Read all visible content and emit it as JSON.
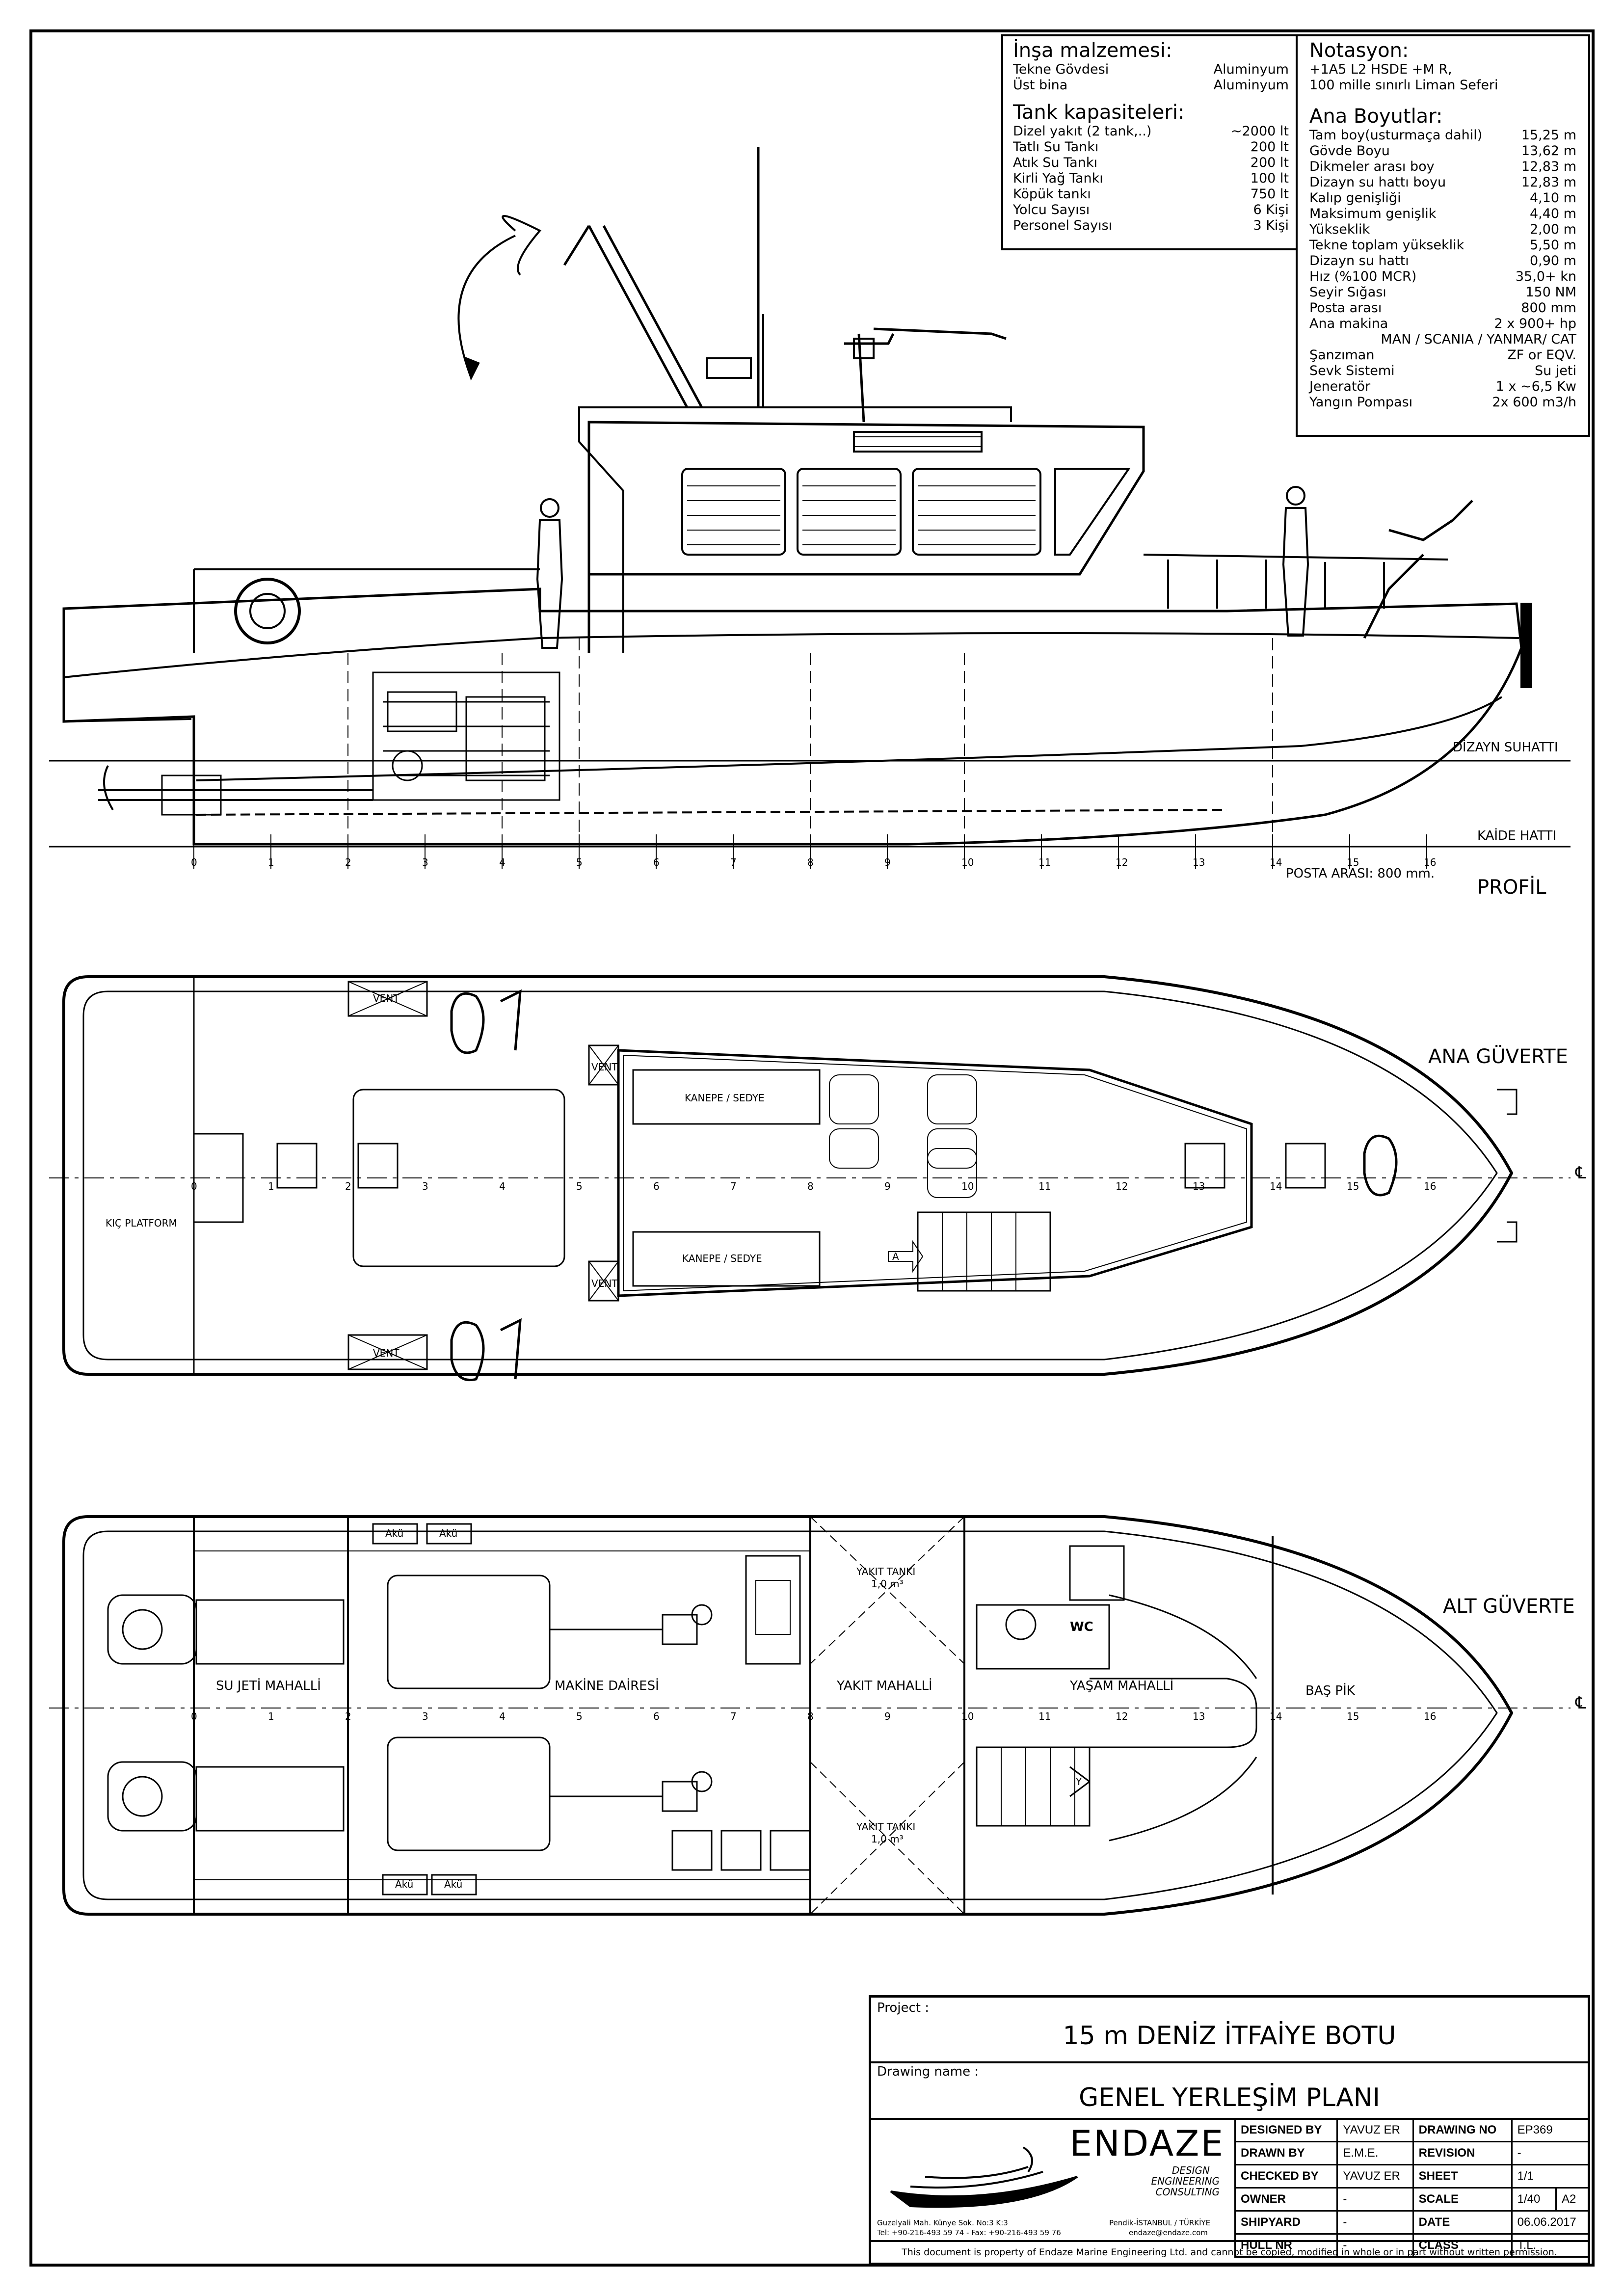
{
  "materials": {
    "title": "İnşa malzemesi:",
    "items": [
      {
        "label": "Tekne Gövdesi",
        "value": "Aluminyum"
      },
      {
        "label": "Üst bina",
        "value": "Aluminyum"
      }
    ]
  },
  "tanks": {
    "title": "Tank kapasiteleri:",
    "items": [
      {
        "label": "Dizel yakıt (2 tank,..)",
        "value": "~2000 lt"
      },
      {
        "label": "Tatlı Su Tankı",
        "value": "200 lt"
      },
      {
        "label": "Atık Su Tankı",
        "value": "200 lt"
      },
      {
        "label": "Kirli Yağ Tankı",
        "value": "100 lt"
      },
      {
        "label": "Köpük tankı",
        "value": "750 lt"
      },
      {
        "label": "Yolcu Sayısı",
        "value": "6 Kişi"
      },
      {
        "label": "Personel Sayısı",
        "value": "3 Kişi"
      }
    ]
  },
  "notation": {
    "title": "Notasyon:",
    "line1": "+1A5 L2 HSDE +M R,",
    "line2": "100 mille sınırlı Liman Seferi"
  },
  "dimensions": {
    "title": "Ana Boyutlar:",
    "items": [
      {
        "label": "Tam boy(usturmaça dahil)",
        "value": "15,25 m"
      },
      {
        "label": "Gövde Boyu",
        "value": "13,62 m"
      },
      {
        "label": "Dikmeler arası boy",
        "value": "12,83 m"
      },
      {
        "label": "Dizayn su hattı boyu",
        "value": "12,83 m"
      },
      {
        "label": "Kalıp genişliği",
        "value": "4,10 m"
      },
      {
        "label": "Maksimum genişlik",
        "value": "4,40 m"
      },
      {
        "label": "Yükseklik",
        "value": "2,00 m"
      },
      {
        "label": "Tekne toplam yükseklik",
        "value": "5,50 m"
      },
      {
        "label": "Dizayn su hattı",
        "value": "0,90 m"
      },
      {
        "label": "Hız (%100 MCR)",
        "value": "35,0+ kn"
      },
      {
        "label": "Seyir Sığası",
        "value": "150 NM"
      },
      {
        "label": "Posta arası",
        "value": "800 mm"
      },
      {
        "label": "Ana makina",
        "value": "2 x 900+ hp"
      },
      {
        "label": "",
        "value": "MAN / SCANIA / YANMAR/ CAT"
      },
      {
        "label": "Şanzıman",
        "value": "ZF or EQV."
      },
      {
        "label": "Sevk Sistemi",
        "value": "Su jeti"
      },
      {
        "label": "Jeneratör",
        "value": "1 x ~6,5 Kw"
      },
      {
        "label": "Yangın Pompası",
        "value": "2x 600 m3/h"
      }
    ]
  },
  "profile": {
    "title": "PROFİL",
    "waterline": "DİZAYN SUHATTI",
    "baseline": "KAİDE HATTI",
    "frame_spacing": "POSTA ARASI: 800 mm.",
    "frames": [
      "0",
      "1",
      "2",
      "3",
      "4",
      "5",
      "6",
      "7",
      "8",
      "9",
      "10",
      "11",
      "12",
      "13",
      "14",
      "15",
      "16"
    ]
  },
  "main_deck": {
    "title": "ANA GÜVERTE",
    "stern_platform": "KIÇ PLATFORM",
    "sofa_1": "KANEPE / SEDYE",
    "sofa_2": "KANEPE / SEDYE",
    "vent_1": "VENT",
    "vent_2": "VENT",
    "vent_3": "VENT",
    "vent_4": "VENT",
    "stair_mark": "A",
    "centerline": "℄"
  },
  "lower_deck": {
    "title": "ALT GÜVERTE",
    "battery_labels": [
      "Akü",
      "Akü",
      "Akü",
      "Akü"
    ],
    "fuel_tank_upper": "YAKIT TANKI",
    "fuel_tank_upper_vol": "1,0 m³",
    "fuel_tank_lower": "YAKIT TANKI",
    "fuel_tank_lower_vol": "1,0 m³",
    "wc": "WC",
    "stair_mark": "Y",
    "rooms": [
      "SU JETİ MAHALLİ",
      "MAKİNE DAİRESİ",
      "YAKIT MAHALLİ",
      "YAŞAM MAHALLİ",
      "BAŞ PİK"
    ],
    "centerline": "℄"
  },
  "title_block": {
    "project_label": "Project :",
    "project": "15 m DENİZ İTFAİYE BOTU",
    "drawing_label": "Drawing name :",
    "drawing": "GENEL YERLEŞİM PLANI",
    "company": "ENDAZE",
    "company_sub1": "DESIGN",
    "company_sub2": "ENGINEERING",
    "company_sub3": "CONSULTING",
    "address_left": "Guzelyali Mah. Künye Sok. No:3 K:3",
    "phone_left": "Tel: +90-216-493 59 74 - Fax: +90-216-493 59 76",
    "address_right": "Pendik-İSTANBUL / TÜRKİYE",
    "email": "endaze@endaze.com",
    "designed_by_label": "DESIGNED BY",
    "designed_by": "YAVUZ ER",
    "drawing_no_label": "DRAWING NO",
    "drawing_no": "EP369",
    "drawn_by_label": "DRAWN BY",
    "drawn_by": "E.M.E.",
    "revision_label": "REVISION",
    "revision": "-",
    "checked_by_label": "CHECKED BY",
    "checked_by": "YAVUZ ER",
    "sheet_label": "SHEET",
    "sheet": "1/1",
    "owner_label": "OWNER",
    "owner": "-",
    "scale_label": "SCALE",
    "scale": "1/40",
    "paper": "A2",
    "shipyard_label": "SHIPYARD",
    "shipyard": "-",
    "date_label": "DATE",
    "date": "06.06.2017",
    "hull_label": "HULL NR",
    "hull": "-",
    "class_label": "CLASS",
    "class": "T.L.",
    "notice": "This document is property of  Endaze Marine Engineering Ltd. and cannot be copied, modified in whole or in part without written permission."
  }
}
